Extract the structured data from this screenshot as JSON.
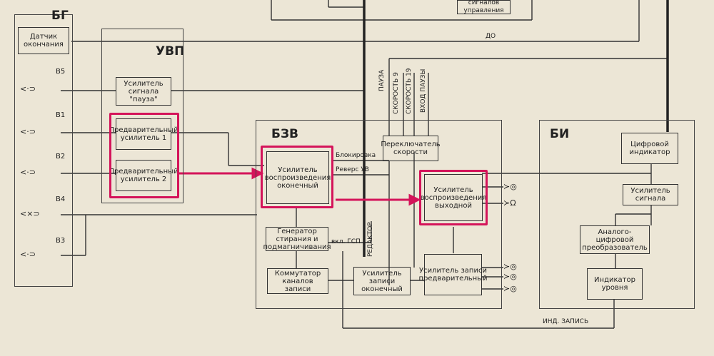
{
  "regions": {
    "bg": "БГ",
    "uvp": "УВП",
    "bzv": "БЗВ",
    "bi": "БИ"
  },
  "blocks": {
    "end_sensor": "Датчик окончания",
    "pause_amp": "Усилитель сигнала \"пауза\"",
    "preamp1": "Предварительный усилитель 1",
    "preamp2": "Предварительный усилитель 2",
    "playback_final": "Усилитель воспроизведения оконечный",
    "playback_out": "Усилитель воспроизведения выходной",
    "erase_gen": "Генератор стирания и подмагничивания",
    "channel_switch": "Коммутатор каналов записи",
    "record_final": "Усилитель записи оконечный",
    "record_pre": "Усилитель записи предварительный",
    "speed_switch": "Переключатель скорости",
    "control_signals": "сигналов управления",
    "digital_ind": "Цифровой индикатор",
    "signal_amp": "Усилитель сигнала",
    "adc": "Аналого-цифровой преобразователь",
    "level_ind": "Индикатор уровня"
  },
  "ports": {
    "b5": "В5",
    "b1": "В1",
    "b2": "В2",
    "b4": "В4",
    "b3": "В3"
  },
  "labels": {
    "do": "ДО",
    "pause": "ПАУЗА",
    "speed9": "СКОРОСТЬ 9",
    "speed19": "СКОРОСТЬ 19",
    "input_pause": "ВХОД ПАУЗЫ",
    "lock": "Блокировка",
    "reverse": "Реверс УВ",
    "gsp_on": "вкл. ГСП",
    "editor": "РЕДАКТОР",
    "ind_record": "ИНД. ЗАПИСЬ"
  },
  "colors": {
    "highlight": "#d4145a",
    "paper": "#ece6d6",
    "ink": "#333333"
  }
}
